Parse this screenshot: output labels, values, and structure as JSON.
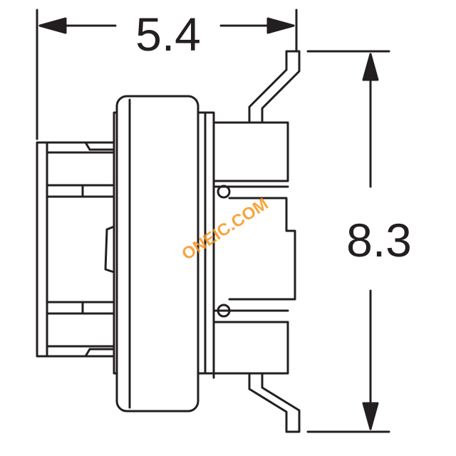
{
  "dimensions": {
    "width_label": "5.4",
    "height_label": "8.3"
  },
  "watermark": {
    "text": "ONEIC.COM",
    "color": "#f7941d"
  },
  "colors": {
    "line": "#231f20",
    "background": "#ffffff"
  }
}
